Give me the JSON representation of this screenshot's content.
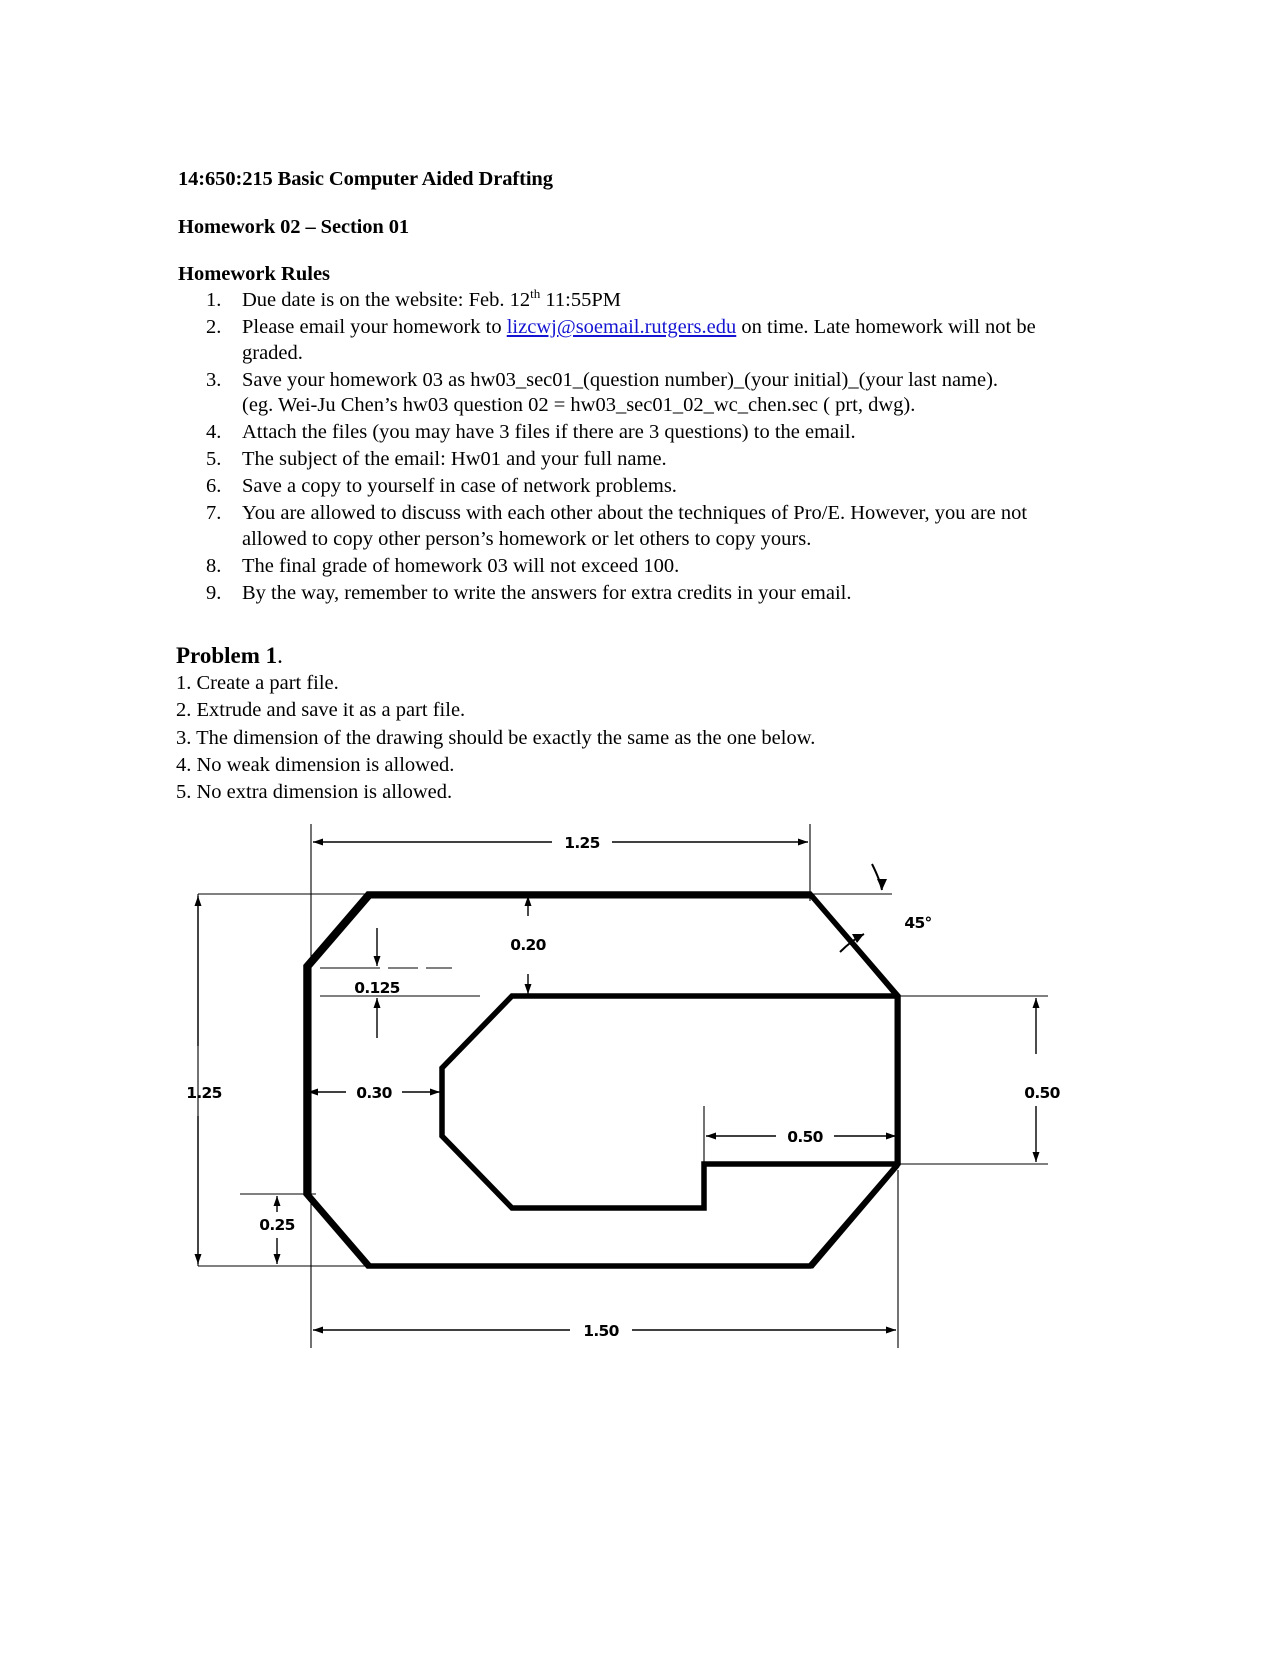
{
  "document": {
    "course_header": "14:650:215 Basic Computer Aided Drafting",
    "assignment_header": "Homework 02 – Section 01",
    "rules_heading": "Homework Rules",
    "rules": [
      {
        "pre": "Due date is on the website: Feb. 12",
        "sup": "th",
        "post": " 11:55PM"
      },
      {
        "pre": "Please email your homework to ",
        "link": "lizcwj@soemail.rutgers.edu",
        "post": " on time. Late homework will not be graded."
      },
      {
        "pre": "Save your homework 03 as hw03_sec01_(question number)_(your initial)_(your last name).",
        "note": "(eg. Wei-Ju Chen’s hw03 question 02 = hw03_sec01_02_wc_chen.sec ( prt, dwg)."
      },
      {
        "pre": "Attach the files (you may have 3 files if there are 3 questions) to the email."
      },
      {
        "pre": "The subject of the email: Hw01 and your full name."
      },
      {
        "pre": "Save a copy to yourself in case of network problems."
      },
      {
        "pre": "You are allowed to discuss with each other about the techniques of Pro/E. However, you are not allowed to copy other person’s homework or let others to copy yours."
      },
      {
        "pre": "The final grade of homework 03 will not exceed 100."
      },
      {
        "pre": "By the way, remember to write the answers for extra credits in your email."
      }
    ],
    "problem": {
      "title_bold": "Problem 1",
      "title_rest": ".",
      "steps": [
        "1. Create a part file.",
        "2. Extrude and save it as a part file.",
        "3. The dimension of the drawing should be exactly the same as the one below.",
        "4. No weak dimension is allowed.",
        "5. No extra dimension is allowed."
      ]
    }
  },
  "drawing": {
    "name": "c-profile-engineering-drawing",
    "dimensions": {
      "top_width": "1.25",
      "top_flange_thickness": "0.20",
      "inner_step": "0.125",
      "left_wall_thickness": "0.30",
      "overall_height": "1.25",
      "right_notch_height": "0.50",
      "mouth_width": "0.50",
      "bottom_chamfer_height": "0.25",
      "overall_width": "1.50",
      "chamfer_angle": "45°"
    },
    "line_color": "#000000"
  }
}
